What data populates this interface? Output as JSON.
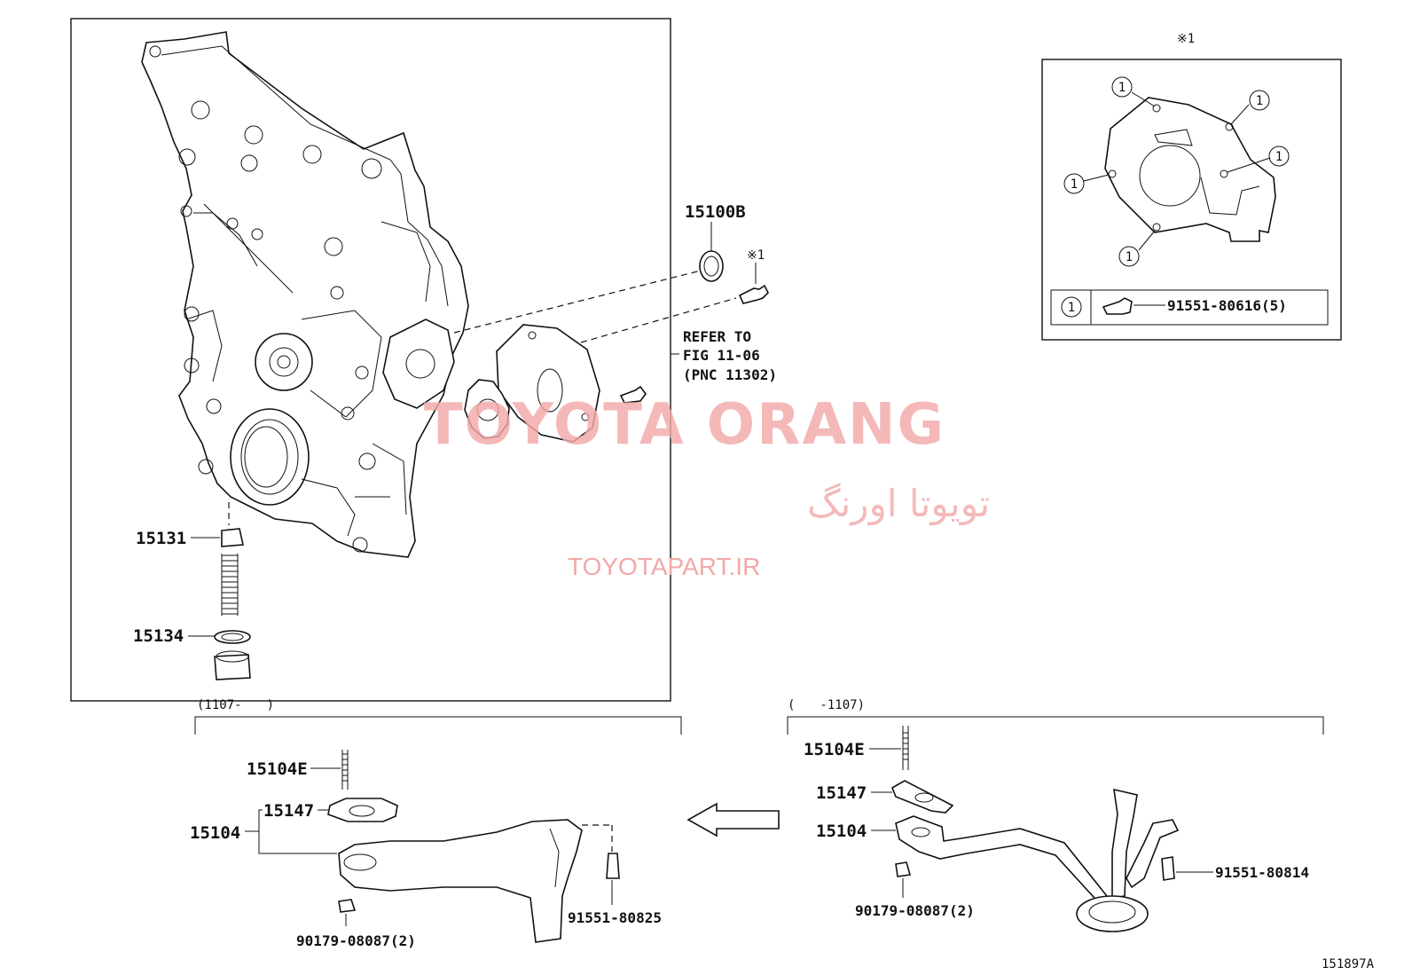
{
  "callouts": {
    "p15100B": "15100B",
    "ref1_top": "※1",
    "refer_line1": "REFER TO",
    "refer_line2": "FIG 11-06",
    "refer_line3": "(PNC 11302)",
    "p15131": "15131",
    "p15134": "15134"
  },
  "detail_box": {
    "ref_mark": "※1",
    "circle_num": "1",
    "legend_part": "91551-80616(5)"
  },
  "left_section": {
    "range": "(1107-　　)",
    "p15104E": "15104E",
    "p15147": "15147",
    "p15104": "15104",
    "bolt": "91551-80825",
    "nut": "90179-08087(2)"
  },
  "right_section": {
    "range": "(　　-1107)",
    "p15104E": "15104E",
    "p15147": "15147",
    "p15104": "15104",
    "bolt": "91551-80814",
    "nut": "90179-08087(2)"
  },
  "watermark": {
    "brand": "TOYOTA ORANG",
    "brand_fa": "تویوتا اورنگ",
    "url": "TOYOTAPART.IR"
  },
  "figure_code": "151897A"
}
